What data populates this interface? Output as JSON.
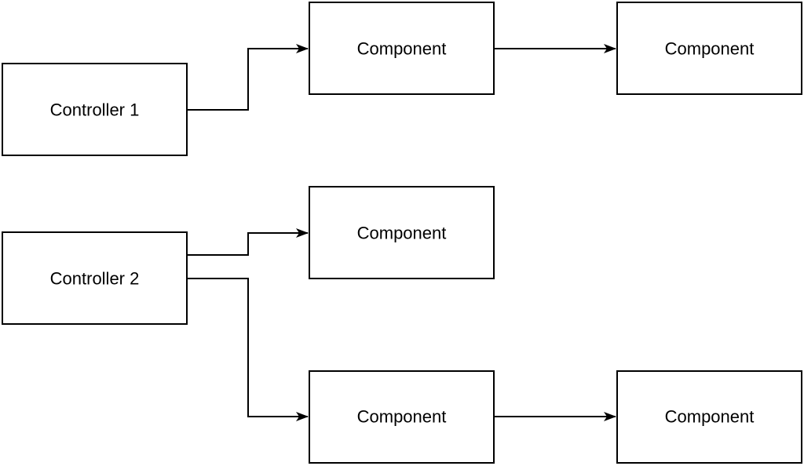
{
  "nodes": {
    "controller1": {
      "label": "Controller 1"
    },
    "controller2": {
      "label": "Controller 2"
    },
    "c1_component_a": {
      "label": "Component"
    },
    "c1_component_b": {
      "label": "Component"
    },
    "c2_component_top": {
      "label": "Component"
    },
    "c2_component_a": {
      "label": "Component"
    },
    "c2_component_b": {
      "label": "Component"
    }
  },
  "edges": [
    {
      "from": "controller1",
      "to": "c1_component_a"
    },
    {
      "from": "c1_component_a",
      "to": "c1_component_b"
    },
    {
      "from": "controller2",
      "to": "c2_component_top"
    },
    {
      "from": "controller2",
      "to": "c2_component_a"
    },
    {
      "from": "c2_component_a",
      "to": "c2_component_b"
    }
  ]
}
